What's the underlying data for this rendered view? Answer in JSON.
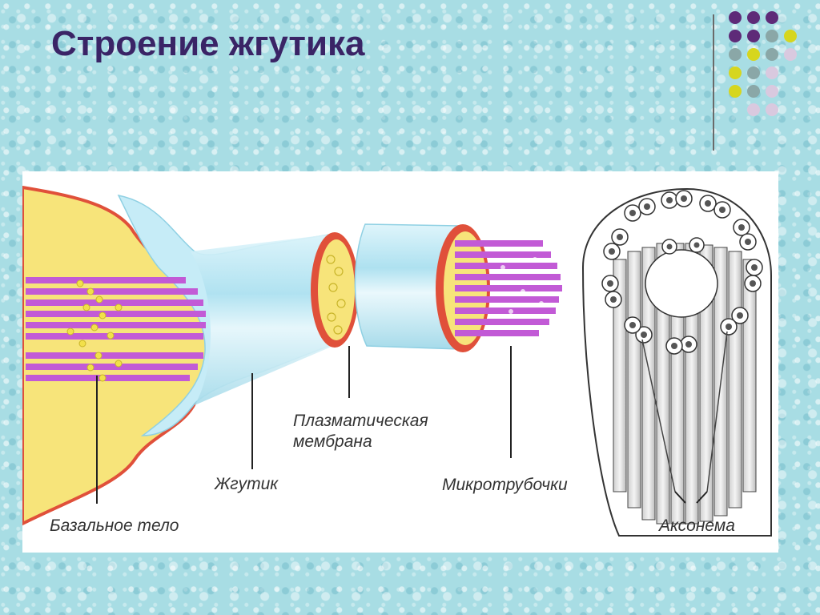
{
  "title": "Строение жгутика",
  "labels": {
    "basal_body": "Базальное тело",
    "flagellum": "Жгутик",
    "membrane_line1": "Плазматическая",
    "membrane_line2": "мембрана",
    "microtubules": "Микротрубочки",
    "axoneme": "Аксонема"
  },
  "colors": {
    "title": "#3a2466",
    "dot_purple": "#5e2a78",
    "dot_gray": "#8aa7a7",
    "dot_yellow": "#d6d61e",
    "dot_lilac": "#d9c9df",
    "cell_yellow": "#f7e47a",
    "membrane_red": "#e0503a",
    "flagellum_blue": "#c6ecf7",
    "microtubule_purple": "#c25ad6"
  },
  "decoration": {
    "dot_grid": [
      [
        "purple",
        "purple",
        "purple",
        ""
      ],
      [
        "purple",
        "purple",
        "gray",
        "yellow"
      ],
      [
        "gray",
        "yellow",
        "gray",
        "lilac"
      ],
      [
        "yellow",
        "gray",
        "lilac",
        ""
      ],
      [
        "yellow",
        "gray",
        "lilac",
        ""
      ],
      [
        "",
        "lilac",
        "lilac",
        ""
      ]
    ]
  }
}
